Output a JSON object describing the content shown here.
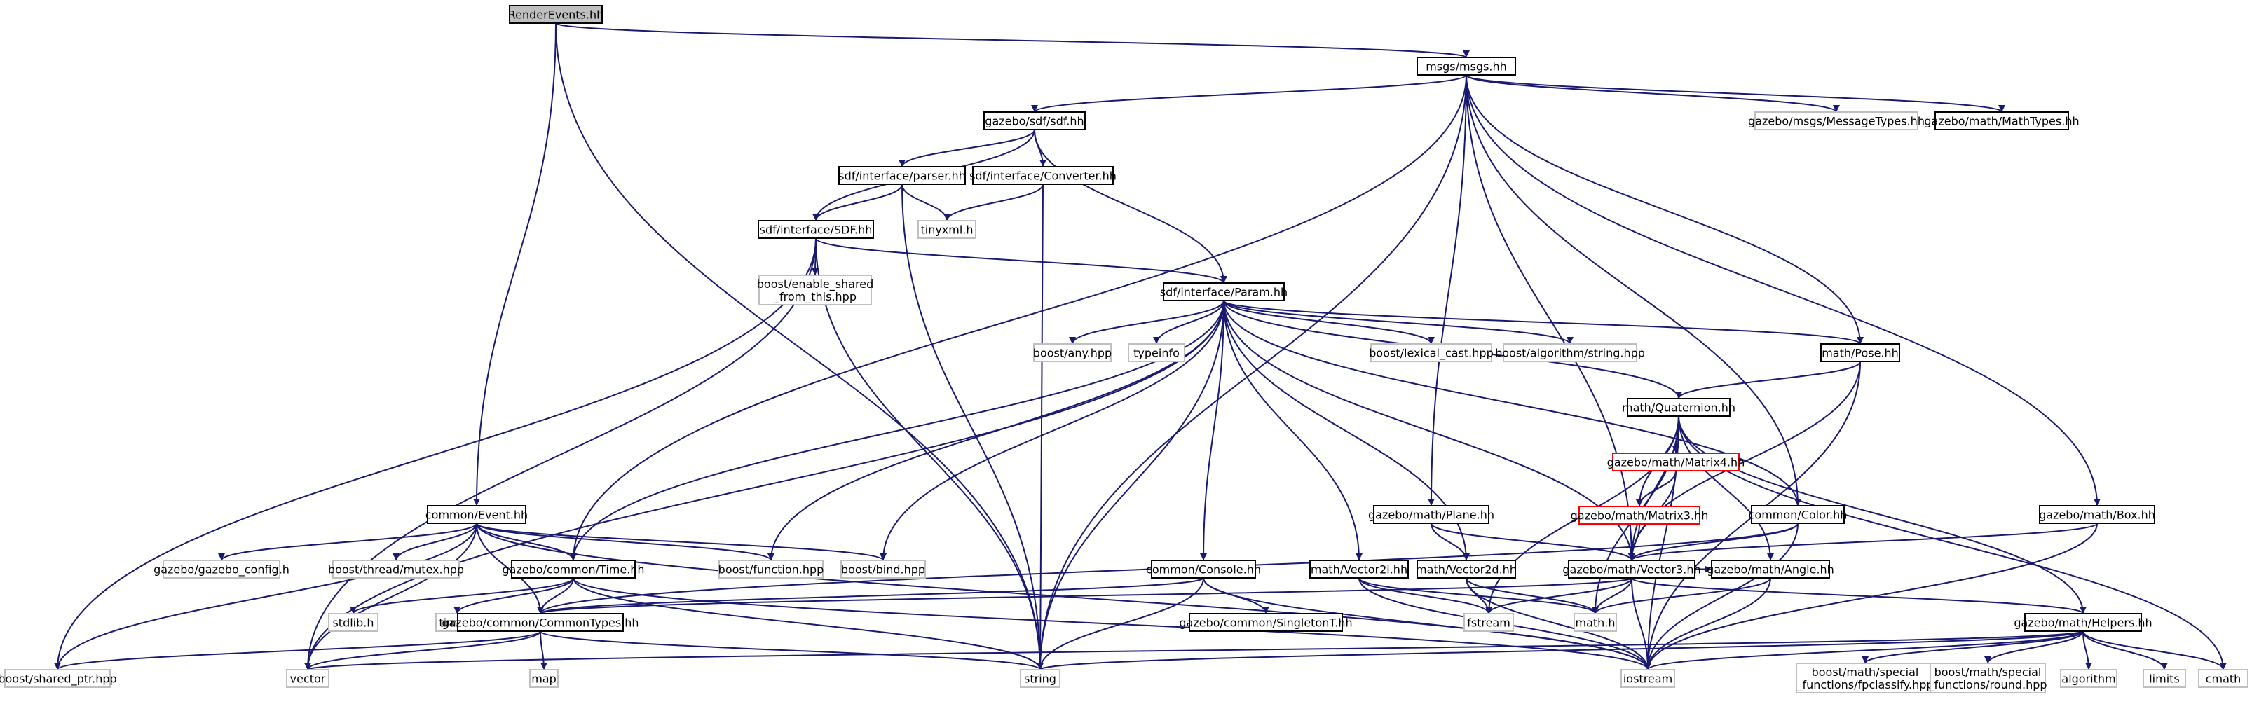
{
  "nodes": [
    {
      "id": "n1",
      "label": "RenderEvents.hh",
      "kind": "root"
    },
    {
      "id": "n2",
      "label": "msgs/msgs.hh",
      "kind": "int"
    },
    {
      "id": "n3",
      "label": "gazebo/sdf/sdf.hh",
      "kind": "int"
    },
    {
      "id": "n4",
      "label": "gazebo/msgs/MessageTypes.hh",
      "kind": "ext"
    },
    {
      "id": "n5",
      "label": "gazebo/math/MathTypes.hh",
      "kind": "int"
    },
    {
      "id": "n6",
      "label": "sdf/interface/parser.hh",
      "kind": "int"
    },
    {
      "id": "n7",
      "label": "sdf/interface/Converter.hh",
      "kind": "int"
    },
    {
      "id": "n8",
      "label": "tinyxml.h",
      "kind": "ext"
    },
    {
      "id": "n9",
      "label": "sdf/interface/SDF.hh",
      "kind": "int"
    },
    {
      "id": "n10",
      "label": "boost/enable_shared\n_from_this.hpp",
      "kind": "ext"
    },
    {
      "id": "n11",
      "label": "sdf/interface/Param.hh",
      "kind": "int"
    },
    {
      "id": "n12",
      "label": "boost/any.hpp",
      "kind": "ext"
    },
    {
      "id": "n13",
      "label": "typeinfo",
      "kind": "ext"
    },
    {
      "id": "n14",
      "label": "boost/lexical_cast.hpp",
      "kind": "ext"
    },
    {
      "id": "n15",
      "label": "boost/algorithm/string.hpp",
      "kind": "ext"
    },
    {
      "id": "n16",
      "label": "math/Pose.hh",
      "kind": "int"
    },
    {
      "id": "n17",
      "label": "math/Quaternion.hh",
      "kind": "int"
    },
    {
      "id": "n18",
      "label": "gazebo/math/Matrix4.hh",
      "kind": "red"
    },
    {
      "id": "n19",
      "label": "gazebo/math/Matrix3.hh",
      "kind": "red"
    },
    {
      "id": "n20",
      "label": "gazebo/math/Plane.hh",
      "kind": "int"
    },
    {
      "id": "n21",
      "label": "common/Color.hh",
      "kind": "int"
    },
    {
      "id": "n22",
      "label": "gazebo/math/Box.hh",
      "kind": "int"
    },
    {
      "id": "n23",
      "label": "common/Event.hh",
      "kind": "int"
    },
    {
      "id": "n24",
      "label": "gazebo/gazebo_config.h",
      "kind": "ext"
    },
    {
      "id": "n25",
      "label": "boost/thread/mutex.hpp",
      "kind": "ext"
    },
    {
      "id": "n26",
      "label": "gazebo/common/Time.hh",
      "kind": "int"
    },
    {
      "id": "n27",
      "label": "boost/function.hpp",
      "kind": "ext"
    },
    {
      "id": "n28",
      "label": "boost/bind.hpp",
      "kind": "ext"
    },
    {
      "id": "n29",
      "label": "common/Console.hh",
      "kind": "int"
    },
    {
      "id": "n30",
      "label": "math/Vector2i.hh",
      "kind": "int"
    },
    {
      "id": "n31",
      "label": "math/Vector2d.hh",
      "kind": "int"
    },
    {
      "id": "n32",
      "label": "gazebo/math/Vector3.hh",
      "kind": "int"
    },
    {
      "id": "n33",
      "label": "gazebo/math/Angle.hh",
      "kind": "int"
    },
    {
      "id": "n34",
      "label": "stdlib.h",
      "kind": "ext"
    },
    {
      "id": "n35",
      "label": "time.h",
      "kind": "ext"
    },
    {
      "id": "n36",
      "label": "gazebo/common/CommonTypes.hh",
      "kind": "int"
    },
    {
      "id": "n37",
      "label": "gazebo/common/SingletonT.hh",
      "kind": "int"
    },
    {
      "id": "n38",
      "label": "fstream",
      "kind": "ext"
    },
    {
      "id": "n39",
      "label": "math.h",
      "kind": "ext"
    },
    {
      "id": "n40",
      "label": "gazebo/math/Helpers.hh",
      "kind": "int"
    },
    {
      "id": "n41",
      "label": "boost/shared_ptr.hpp",
      "kind": "ext"
    },
    {
      "id": "n42",
      "label": "vector",
      "kind": "ext"
    },
    {
      "id": "n43",
      "label": "map",
      "kind": "ext"
    },
    {
      "id": "n44",
      "label": "string",
      "kind": "ext"
    },
    {
      "id": "n45",
      "label": "iostream",
      "kind": "ext"
    },
    {
      "id": "n46",
      "label": "boost/math/special\n_functions/fpclassify.hpp",
      "kind": "ext"
    },
    {
      "id": "n47",
      "label": "boost/math/special\n_functions/round.hpp",
      "kind": "ext"
    },
    {
      "id": "n48",
      "label": "algorithm",
      "kind": "ext"
    },
    {
      "id": "n49",
      "label": "limits",
      "kind": "ext"
    },
    {
      "id": "n50",
      "label": "cmath",
      "kind": "ext"
    }
  ],
  "edges": [
    [
      "n1",
      "n2"
    ],
    [
      "n1",
      "n23"
    ],
    [
      "n1",
      "n44"
    ],
    [
      "n2",
      "n3"
    ],
    [
      "n2",
      "n4"
    ],
    [
      "n2",
      "n5"
    ],
    [
      "n2",
      "n16"
    ],
    [
      "n2",
      "n20"
    ],
    [
      "n2",
      "n21"
    ],
    [
      "n2",
      "n22"
    ],
    [
      "n2",
      "n26"
    ],
    [
      "n2",
      "n32"
    ],
    [
      "n2",
      "n44"
    ],
    [
      "n3",
      "n6"
    ],
    [
      "n3",
      "n7"
    ],
    [
      "n3",
      "n9"
    ],
    [
      "n3",
      "n11"
    ],
    [
      "n6",
      "n9"
    ],
    [
      "n6",
      "n8"
    ],
    [
      "n6",
      "n44"
    ],
    [
      "n7",
      "n8"
    ],
    [
      "n7",
      "n44"
    ],
    [
      "n9",
      "n10"
    ],
    [
      "n9",
      "n11"
    ],
    [
      "n9",
      "n41"
    ],
    [
      "n9",
      "n42"
    ],
    [
      "n9",
      "n44"
    ],
    [
      "n11",
      "n12"
    ],
    [
      "n11",
      "n13"
    ],
    [
      "n11",
      "n14"
    ],
    [
      "n11",
      "n15"
    ],
    [
      "n11",
      "n16"
    ],
    [
      "n11",
      "n17"
    ],
    [
      "n11",
      "n21"
    ],
    [
      "n11",
      "n26"
    ],
    [
      "n11",
      "n27"
    ],
    [
      "n11",
      "n28"
    ],
    [
      "n11",
      "n29"
    ],
    [
      "n11",
      "n30"
    ],
    [
      "n11",
      "n31"
    ],
    [
      "n11",
      "n32"
    ],
    [
      "n11",
      "n42"
    ],
    [
      "n11",
      "n44"
    ],
    [
      "n16",
      "n17"
    ],
    [
      "n16",
      "n32"
    ],
    [
      "n16",
      "n45"
    ],
    [
      "n17",
      "n18"
    ],
    [
      "n17",
      "n19"
    ],
    [
      "n17",
      "n32"
    ],
    [
      "n17",
      "n33"
    ],
    [
      "n17",
      "n38"
    ],
    [
      "n17",
      "n39"
    ],
    [
      "n17",
      "n40"
    ],
    [
      "n17",
      "n45"
    ],
    [
      "n17",
      "n50"
    ],
    [
      "n18",
      "n19"
    ],
    [
      "n18",
      "n32"
    ],
    [
      "n19",
      "n32"
    ],
    [
      "n20",
      "n31"
    ],
    [
      "n20",
      "n32"
    ],
    [
      "n21",
      "n32"
    ],
    [
      "n21",
      "n36"
    ],
    [
      "n21",
      "n45"
    ],
    [
      "n22",
      "n32"
    ],
    [
      "n22",
      "n45"
    ],
    [
      "n23",
      "n24"
    ],
    [
      "n23",
      "n25"
    ],
    [
      "n23",
      "n26"
    ],
    [
      "n23",
      "n27"
    ],
    [
      "n23",
      "n28"
    ],
    [
      "n23",
      "n36"
    ],
    [
      "n23",
      "n41"
    ],
    [
      "n23",
      "n42"
    ],
    [
      "n23",
      "n45"
    ],
    [
      "n26",
      "n34"
    ],
    [
      "n26",
      "n35"
    ],
    [
      "n26",
      "n36"
    ],
    [
      "n26",
      "n44"
    ],
    [
      "n26",
      "n45"
    ],
    [
      "n29",
      "n36"
    ],
    [
      "n29",
      "n37"
    ],
    [
      "n29",
      "n44"
    ],
    [
      "n29",
      "n45"
    ],
    [
      "n30",
      "n38"
    ],
    [
      "n30",
      "n39"
    ],
    [
      "n30",
      "n45"
    ],
    [
      "n31",
      "n38"
    ],
    [
      "n31",
      "n39"
    ],
    [
      "n31",
      "n45"
    ],
    [
      "n32",
      "n33"
    ],
    [
      "n32",
      "n36"
    ],
    [
      "n32",
      "n38"
    ],
    [
      "n32",
      "n39"
    ],
    [
      "n32",
      "n40"
    ],
    [
      "n32",
      "n45"
    ],
    [
      "n33",
      "n39"
    ],
    [
      "n33",
      "n45"
    ],
    [
      "n36",
      "n41"
    ],
    [
      "n36",
      "n42"
    ],
    [
      "n36",
      "n43"
    ],
    [
      "n36",
      "n44"
    ],
    [
      "n40",
      "n42"
    ],
    [
      "n40",
      "n44"
    ],
    [
      "n40",
      "n45"
    ],
    [
      "n40",
      "n46"
    ],
    [
      "n40",
      "n47"
    ],
    [
      "n40",
      "n48"
    ],
    [
      "n40",
      "n49"
    ],
    [
      "n40",
      "n50"
    ]
  ]
}
